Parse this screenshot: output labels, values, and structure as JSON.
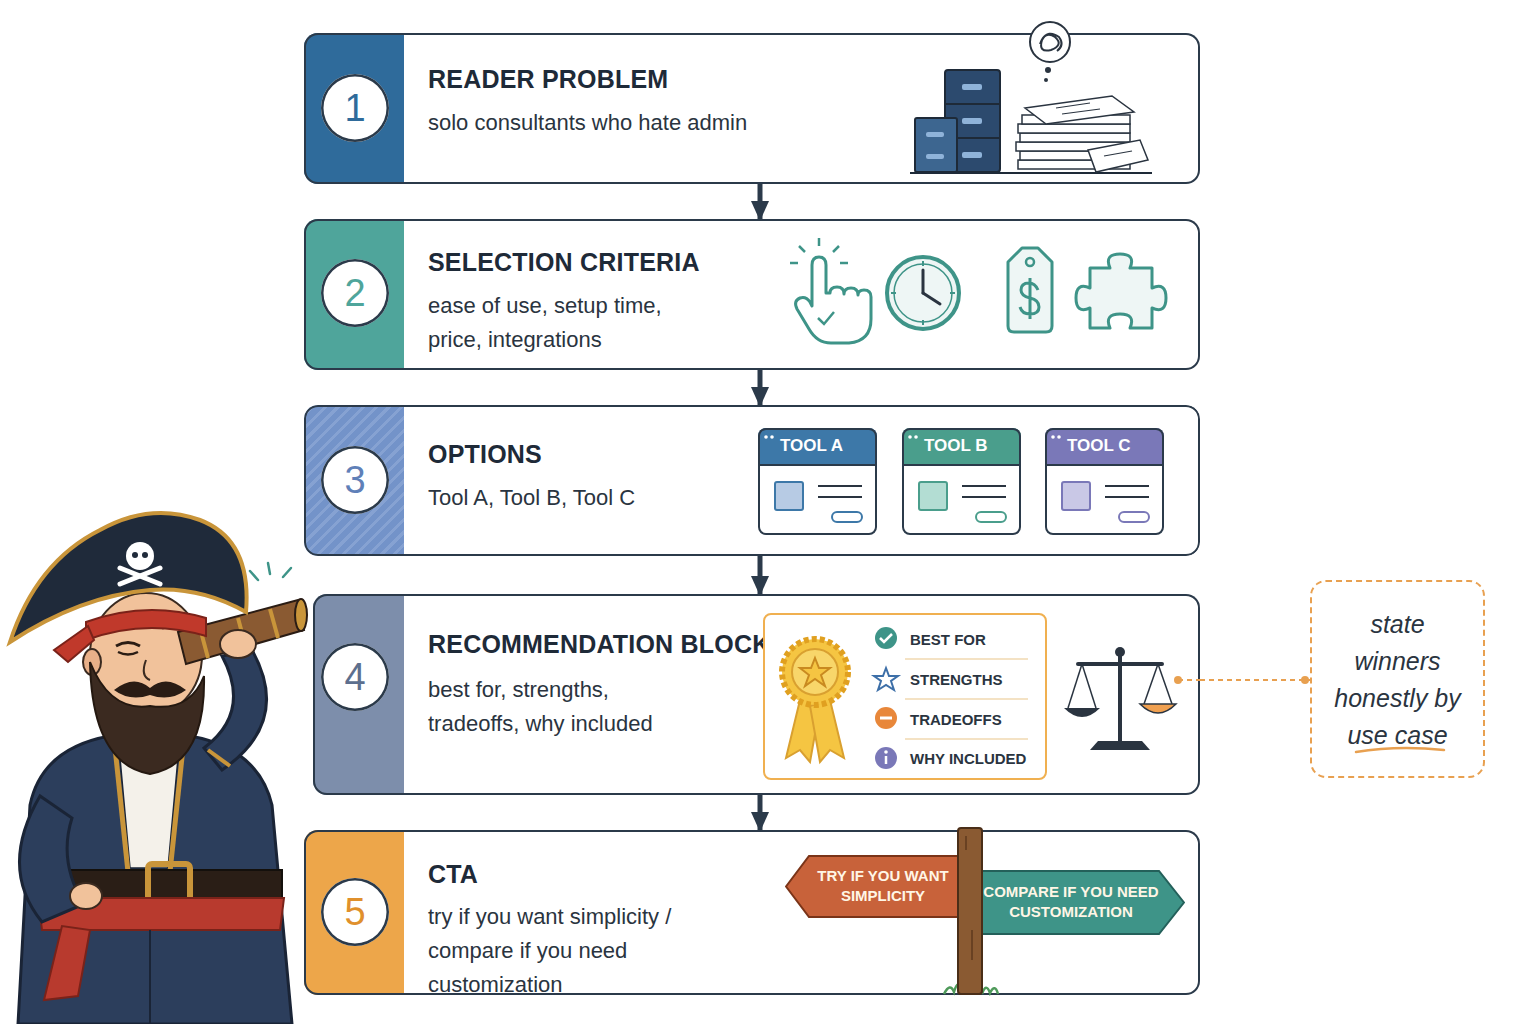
{
  "diagram": {
    "nodes": [
      {
        "text": [
          "READER PROBLEM",
          "solo consultants who hate admin"
        ]
      },
      {
        "text": [
          "1"
        ],
        "in": 0
      },
      {
        "text": [
          "SELECTION CRITERIA",
          "ease of use, setup time, price, integrations"
        ]
      },
      {
        "text": [
          "2"
        ],
        "in": 2
      },
      {
        "text": [
          "OPTIONS",
          "Tool A, Tool B, Tool C"
        ]
      },
      {
        "text": [
          "3"
        ],
        "in": 4
      },
      {
        "text": [
          "TOOL A"
        ],
        "in": 4
      },
      {
        "text": [
          "TOOL B"
        ],
        "in": 4
      },
      {
        "text": [
          "TOOL C"
        ],
        "in": 4
      },
      {
        "text": [
          "RECOMMENDATION BLOCK",
          "best for, strengths, tradeoffs, why included"
        ]
      },
      {
        "text": [
          "4"
        ],
        "in": 9
      },
      {
        "text": [
          "BEST FOR",
          "STRENGTHS",
          "TRADEOFFS",
          "WHY INCLUDED"
        ],
        "in": 9
      },
      {
        "text": [
          "CTA",
          "try if you want simplicity / compare if you need customization"
        ]
      },
      {
        "text": [
          "5"
        ],
        "in": 12
      },
      {
        "text": [
          "TRY IF YOU WANT SIMPLICITY"
        ],
        "in": 12
      },
      {
        "text": [
          "COMPARE IF YOU NEED CUSTOMIZATION"
        ],
        "in": 12
      },
      {
        "text": [
          "state winners honestly by use case"
        ]
      }
    ],
    "edges": [
      {
        "from": 0,
        "to": 2,
        "arrow": "to"
      },
      {
        "from": 2,
        "to": 4,
        "arrow": "to"
      },
      {
        "from": 4,
        "to": 9,
        "arrow": "to"
      },
      {
        "from": 9,
        "to": 12,
        "arrow": "to"
      },
      {
        "from": 9,
        "to": 16,
        "arrow": "none"
      }
    ]
  }
}
